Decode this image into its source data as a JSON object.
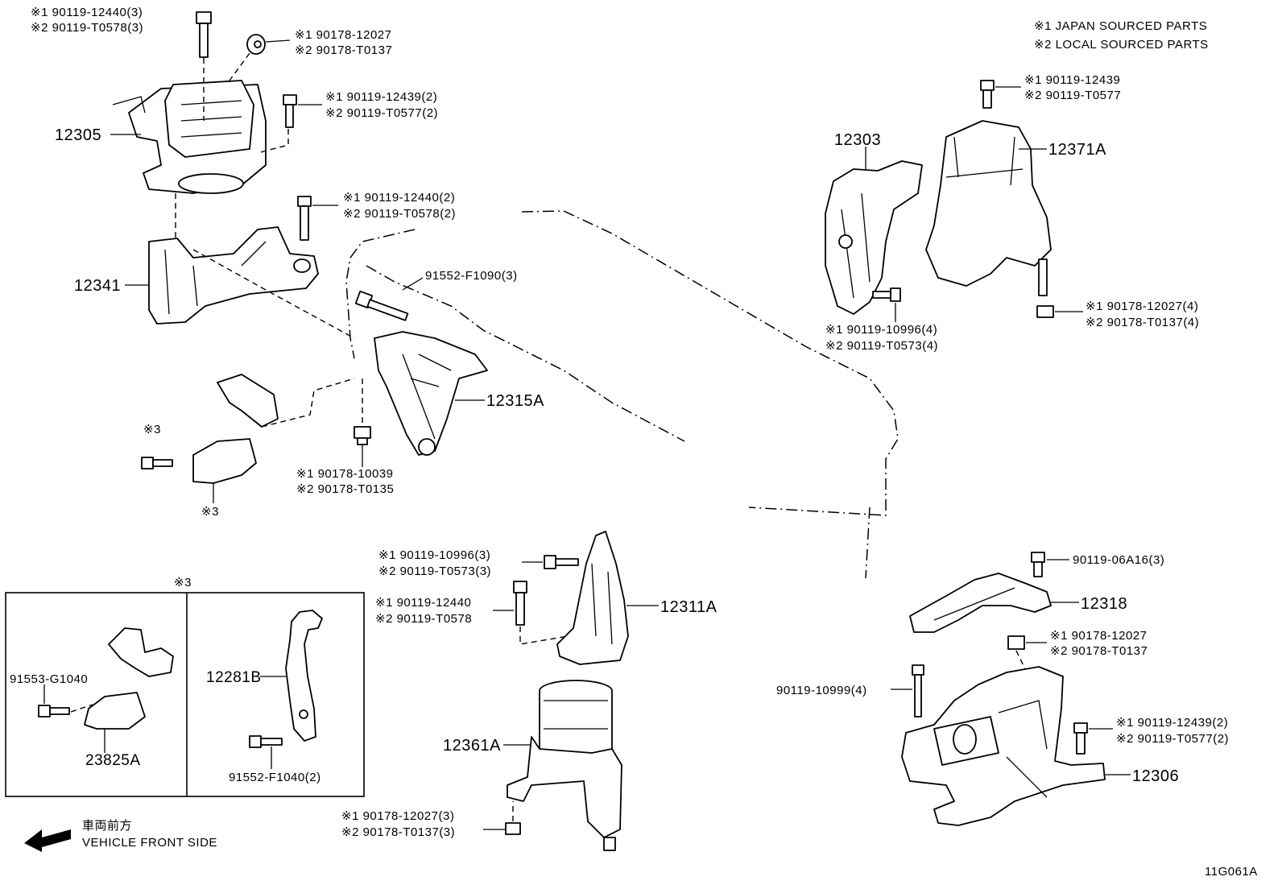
{
  "legend": {
    "l1": "※1 JAPAN SOURCED PARTS",
    "l2": "※2 LOCAL SOURCED PARTS"
  },
  "diagram_code": "11G061A",
  "vehicle_front": {
    "jp": "車両前方",
    "en": "VEHICLE FRONT SIDE"
  },
  "inset_title": "※3",
  "parts": {
    "p12305": "12305",
    "p12341": "12341",
    "p12315A": "12315A",
    "p12303": "12303",
    "p12371A": "12371A",
    "p12311A": "12311A",
    "p12361A": "12361A",
    "p12318": "12318",
    "p12306": "12306",
    "p12281B": "12281B",
    "p23825A": "23825A"
  },
  "fasteners": {
    "f1a": "※1 90119-12440(3)",
    "f1b": "※2 90119-T0578(3)",
    "f2a": "※1 90178-12027",
    "f2b": "※2 90178-T0137",
    "f3a": "※1 90119-12439(2)",
    "f3b": "※2 90119-T0577(2)",
    "f4a": "※1 90119-12440(2)",
    "f4b": "※2 90119-T0578(2)",
    "f5": "91552-F1090(3)",
    "f6a": "※1 90178-10039",
    "f6b": "※2 90178-T0135",
    "f7a": "※1 90119-12439",
    "f7b": "※2 90119-T0577",
    "f8a": "※1 90119-10996(4)",
    "f8b": "※2 90119-T0573(4)",
    "f9a": "※1 90178-12027(4)",
    "f9b": "※2 90178-T0137(4)",
    "f10a": "※1 90119-10996(3)",
    "f10b": "※2 90119-T0573(3)",
    "f11a": "※1 90119-12440",
    "f11b": "※2 90119-T0578",
    "f12a": "※1 90178-12027(3)",
    "f12b": "※2 90178-T0137(3)",
    "f13": "90119-06A16(3)",
    "f14a": "※1 90178-12027",
    "f14b": "※2 90178-T0137",
    "f15": "90119-10999(4)",
    "f16a": "※1 90119-12439(2)",
    "f16b": "※2 90119-T0577(2)",
    "f17": "91553-G1040",
    "f18": "91552-F1040(2)",
    "s3a": "※3",
    "s3b": "※3"
  },
  "colors": {
    "ink": "#000000",
    "paper": "#ffffff"
  }
}
